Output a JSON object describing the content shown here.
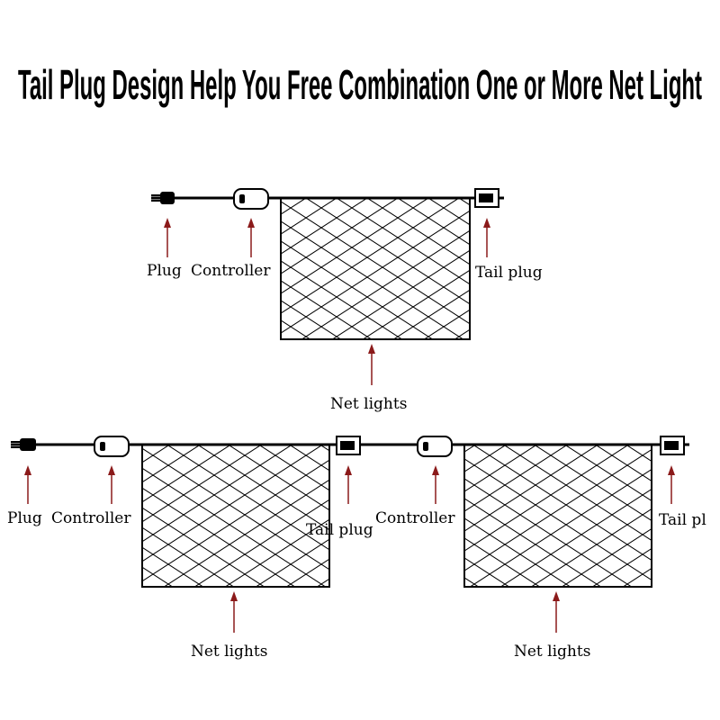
{
  "title": "Tail Plug Design Help You Free Combination One or More Net Light",
  "labels": {
    "plug": "Plug",
    "controller": "Controller",
    "tail_plug": "Tail plug",
    "tail_plug_cut": "Tail pl",
    "net_lights": "Net lights"
  },
  "colors": {
    "line": "#000000",
    "arrow": "#8b1a1a",
    "background": "#ffffff"
  }
}
